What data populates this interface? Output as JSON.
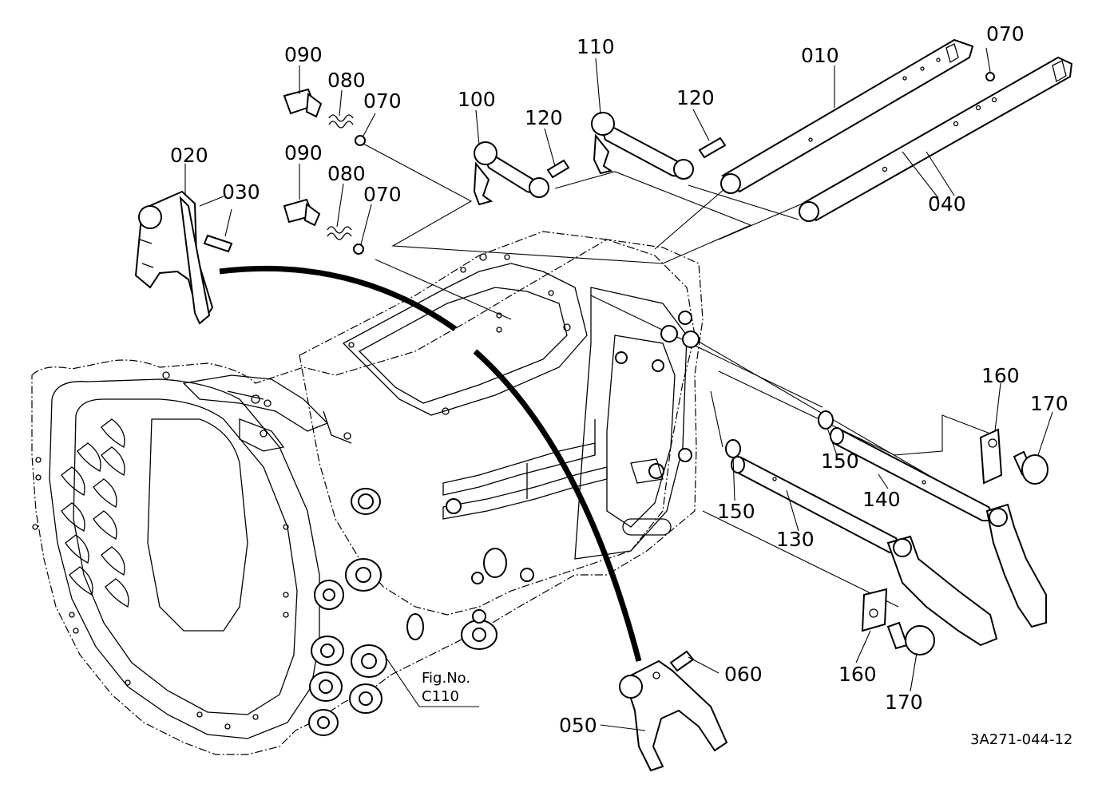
{
  "diagram": {
    "callouts": [
      {
        "id": "c010",
        "label": "010"
      },
      {
        "id": "c020",
        "label": "020"
      },
      {
        "id": "c030",
        "label": "030"
      },
      {
        "id": "c040",
        "label": "040"
      },
      {
        "id": "c050",
        "label": "050"
      },
      {
        "id": "c060",
        "label": "060"
      },
      {
        "id": "c070a",
        "label": "070"
      },
      {
        "id": "c070b",
        "label": "070"
      },
      {
        "id": "c070c",
        "label": "070"
      },
      {
        "id": "c080a",
        "label": "080"
      },
      {
        "id": "c080b",
        "label": "080"
      },
      {
        "id": "c090a",
        "label": "090"
      },
      {
        "id": "c090b",
        "label": "090"
      },
      {
        "id": "c100",
        "label": "100"
      },
      {
        "id": "c110",
        "label": "110"
      },
      {
        "id": "c120a",
        "label": "120"
      },
      {
        "id": "c120b",
        "label": "120"
      },
      {
        "id": "c130",
        "label": "130"
      },
      {
        "id": "c140",
        "label": "140"
      },
      {
        "id": "c150a",
        "label": "150"
      },
      {
        "id": "c150b",
        "label": "150"
      },
      {
        "id": "c160a",
        "label": "160"
      },
      {
        "id": "c160b",
        "label": "160"
      },
      {
        "id": "c170a",
        "label": "170"
      },
      {
        "id": "c170b",
        "label": "170"
      }
    ],
    "figure_reference": {
      "line1": "Fig.No.",
      "line2": "C110"
    },
    "drawing_number": "3A271-044-12"
  }
}
